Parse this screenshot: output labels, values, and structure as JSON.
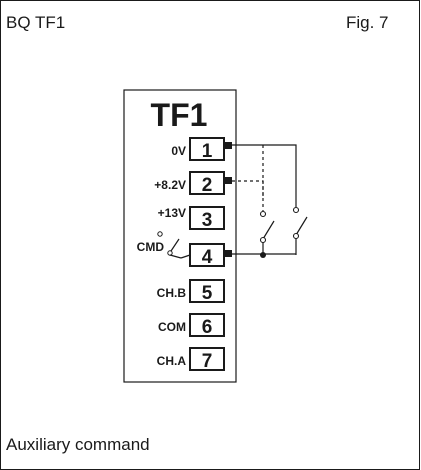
{
  "header": {
    "left_title": "BQ TF1",
    "right_title": "Fig. 7"
  },
  "device": {
    "title": "TF1",
    "terminals": [
      {
        "number": "1",
        "label": "0V"
      },
      {
        "number": "2",
        "label": "+8.2V"
      },
      {
        "number": "3",
        "label": "+13V"
      },
      {
        "number": "4",
        "label": "CMD"
      },
      {
        "number": "5",
        "label": "CH.B"
      },
      {
        "number": "6",
        "label": "COM"
      },
      {
        "number": "7",
        "label": "CH.A"
      }
    ]
  },
  "caption": "Auxiliary command"
}
